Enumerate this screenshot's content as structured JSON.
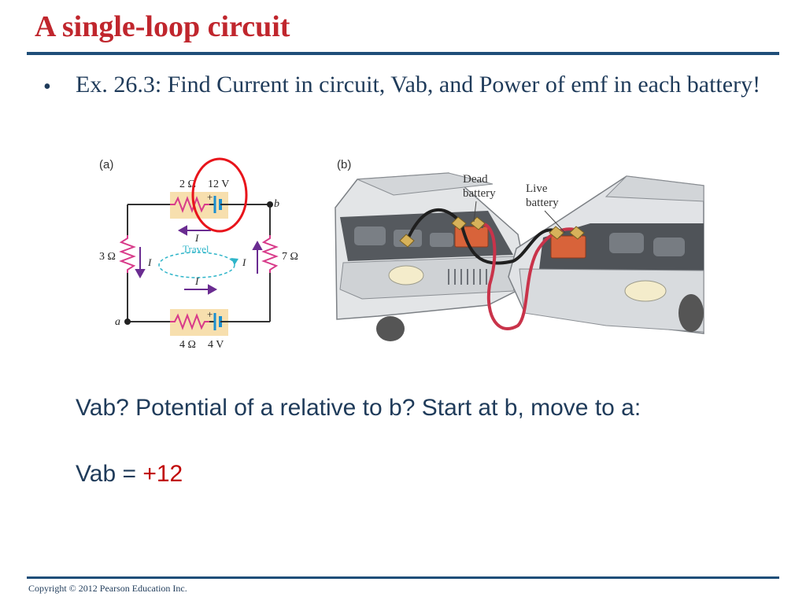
{
  "slide": {
    "title": "A single-loop circuit",
    "bullet": "Ex. 26.3:  Find Current in circuit, Vab, and Power of emf in each battery!",
    "question_line": "Vab?  Potential of a relative to b?  Start at b, move to a:",
    "answer_prefix": "Vab = ",
    "answer_value": "+12",
    "copyright": "Copyright © 2012 Pearson Education Inc."
  },
  "figure_a": {
    "panel_label": "(a)",
    "top_resistor": "2 Ω",
    "top_battery": "12 V",
    "left_resistor": "3 Ω",
    "right_resistor": "7 Ω",
    "bottom_resistor": "4 Ω",
    "bottom_battery": "4 V",
    "node_a": "a",
    "node_b": "b",
    "current_label": "I",
    "plus_sign": "+",
    "travel_label": "Travel"
  },
  "figure_b": {
    "panel_label": "(b)",
    "dead_battery_line1": "Dead",
    "dead_battery_line2": "battery",
    "live_battery_line1": "Live",
    "live_battery_line2": "battery"
  },
  "colors": {
    "title": "#c0262d",
    "text": "#1f3b5a",
    "rule": "#1f4e79",
    "answer": "#c00000",
    "resistor": "#d83a8a",
    "battery_box": "#f7dfae",
    "battery_plate": "#1a8fd0",
    "arrow": "#6a2c91",
    "travel": "#2fb5c9",
    "highlight_circle": "#e8141b"
  }
}
